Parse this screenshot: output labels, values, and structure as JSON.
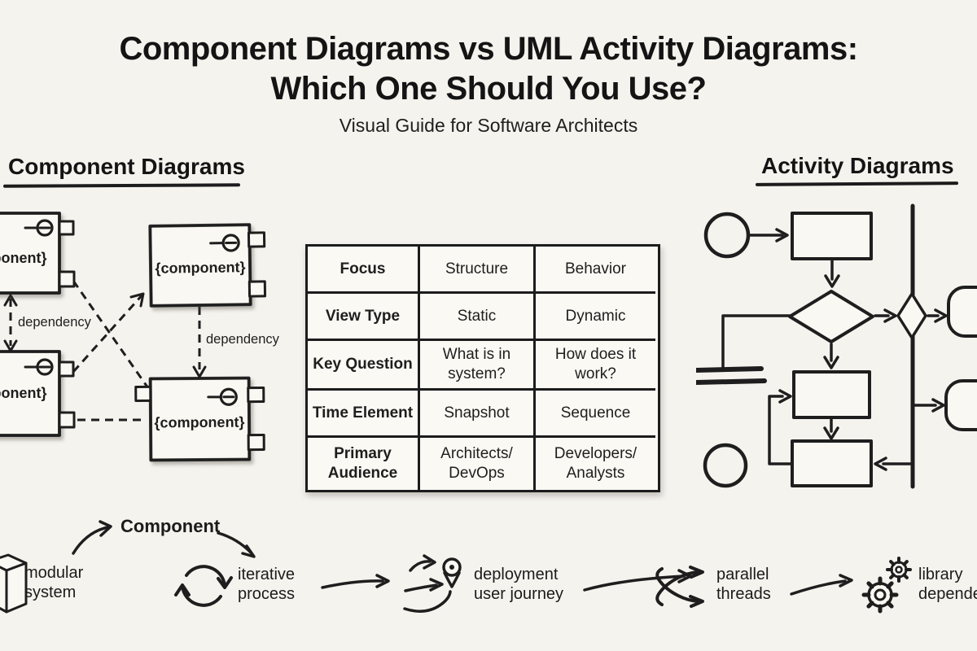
{
  "colors": {
    "background": "#f5f3ee",
    "ink": "#1e1e1e",
    "surface": "#faf9f4"
  },
  "header": {
    "title_line1": "Component Diagrams vs UML Activity Diagrams:",
    "title_line2": "Which One Should You Use?",
    "subtitle": "Visual Guide for Software Architects"
  },
  "left_panel": {
    "heading": "Component Diagrams",
    "component_label": "{component}",
    "dependency_label": "dependency"
  },
  "right_panel": {
    "heading": "Activity Diagrams"
  },
  "comparison_table": {
    "rows": [
      {
        "label": "Focus",
        "component": "Structure",
        "activity": "Behavior"
      },
      {
        "label": "View Type",
        "component": "Static",
        "activity": "Dynamic"
      },
      {
        "label": "Key Question",
        "component": "What is in\nsystem?",
        "activity": "How does it\nwork?"
      },
      {
        "label": "Time Element",
        "component": "Snapshot",
        "activity": "Sequence"
      },
      {
        "label": "Primary\nAudience",
        "component": "Architects/\nDevOps",
        "activity": "Developers/\nAnalysts"
      }
    ]
  },
  "bottom_row": {
    "callout_label": "Component",
    "items": [
      {
        "icon": "cube-icon",
        "label": "modular\nsystem"
      },
      {
        "icon": "cycle-arrows-icon",
        "label": "iterative\nprocess"
      },
      {
        "icon": "journey-pin-icon",
        "label": "deployment\nuser journey"
      },
      {
        "icon": "shuffle-arrows-icon",
        "label": "parallel\nthreads"
      },
      {
        "icon": "gears-icon",
        "label": "library\ndependency"
      }
    ]
  }
}
